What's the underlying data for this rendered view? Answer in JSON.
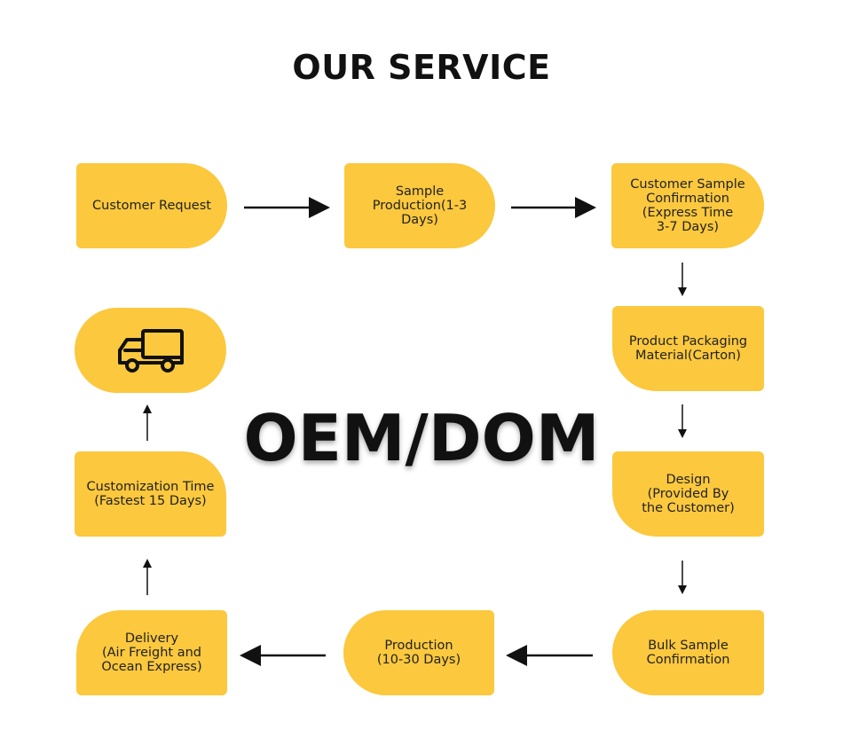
{
  "title": "OUR SERVICE",
  "center_label": "OEM/DOM",
  "steps": [
    {
      "label": "Customer Request"
    },
    {
      "label": "Sample\nProduction(1-3 Days)"
    },
    {
      "label": "Customer Sample\nConfirmation\n(Express Time\n3-7 Days)"
    },
    {
      "label": "Product Packaging\nMaterial(Carton)"
    },
    {
      "label": "Design\n(Provided By\nthe Customer)"
    },
    {
      "label": "Bulk Sample\nConfirmation"
    },
    {
      "label": "Production\n(10-30 Days)"
    },
    {
      "label": "Delivery\n(Air Freight and\nOcean Express)"
    },
    {
      "label": "Customization Time\n(Fastest 15 Days)"
    }
  ],
  "icons": {
    "final_step": "truck-icon"
  },
  "colors": {
    "box": "#fbc83e",
    "arrow": "#111111"
  }
}
